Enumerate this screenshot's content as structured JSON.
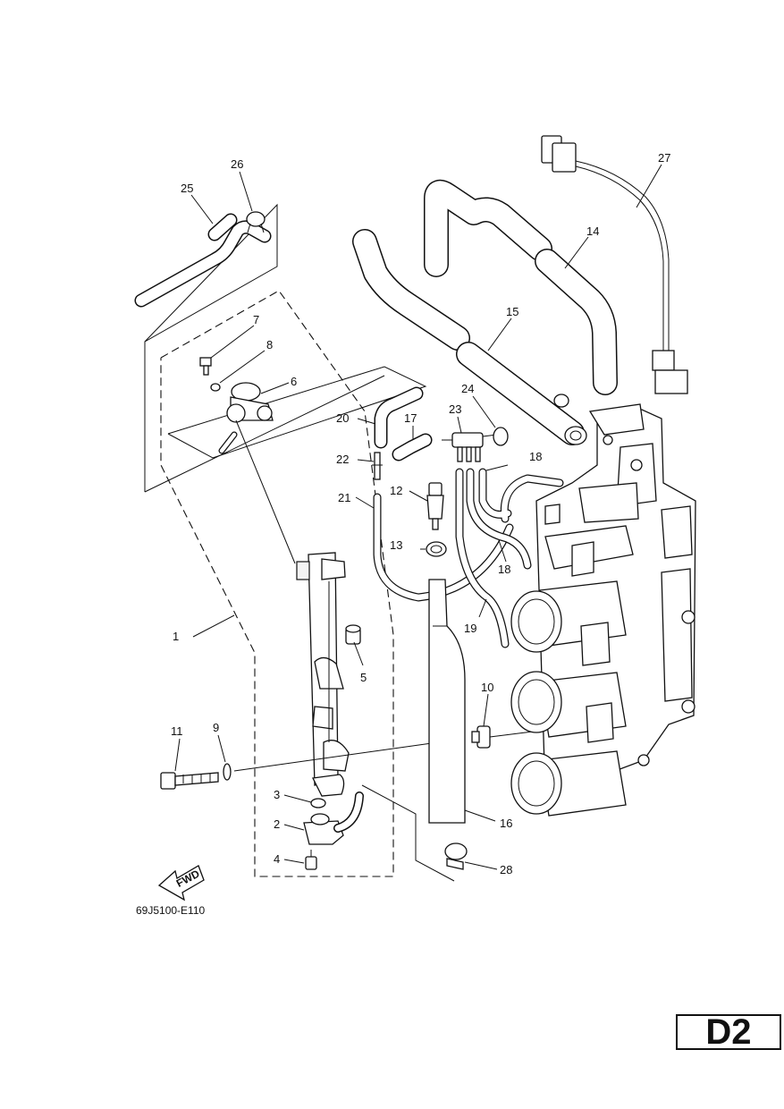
{
  "diagram": {
    "drawing_code": "69J5100-E110",
    "page_id": "D2",
    "direction_arrow_label": "FWD",
    "callouts": [
      "1",
      "2",
      "3",
      "4",
      "5",
      "6",
      "7",
      "8",
      "9",
      "10",
      "11",
      "12",
      "13",
      "14",
      "15",
      "16",
      "17",
      "18",
      "18",
      "19",
      "20",
      "21",
      "22",
      "23",
      "24",
      "25",
      "26",
      "27",
      "28"
    ]
  }
}
